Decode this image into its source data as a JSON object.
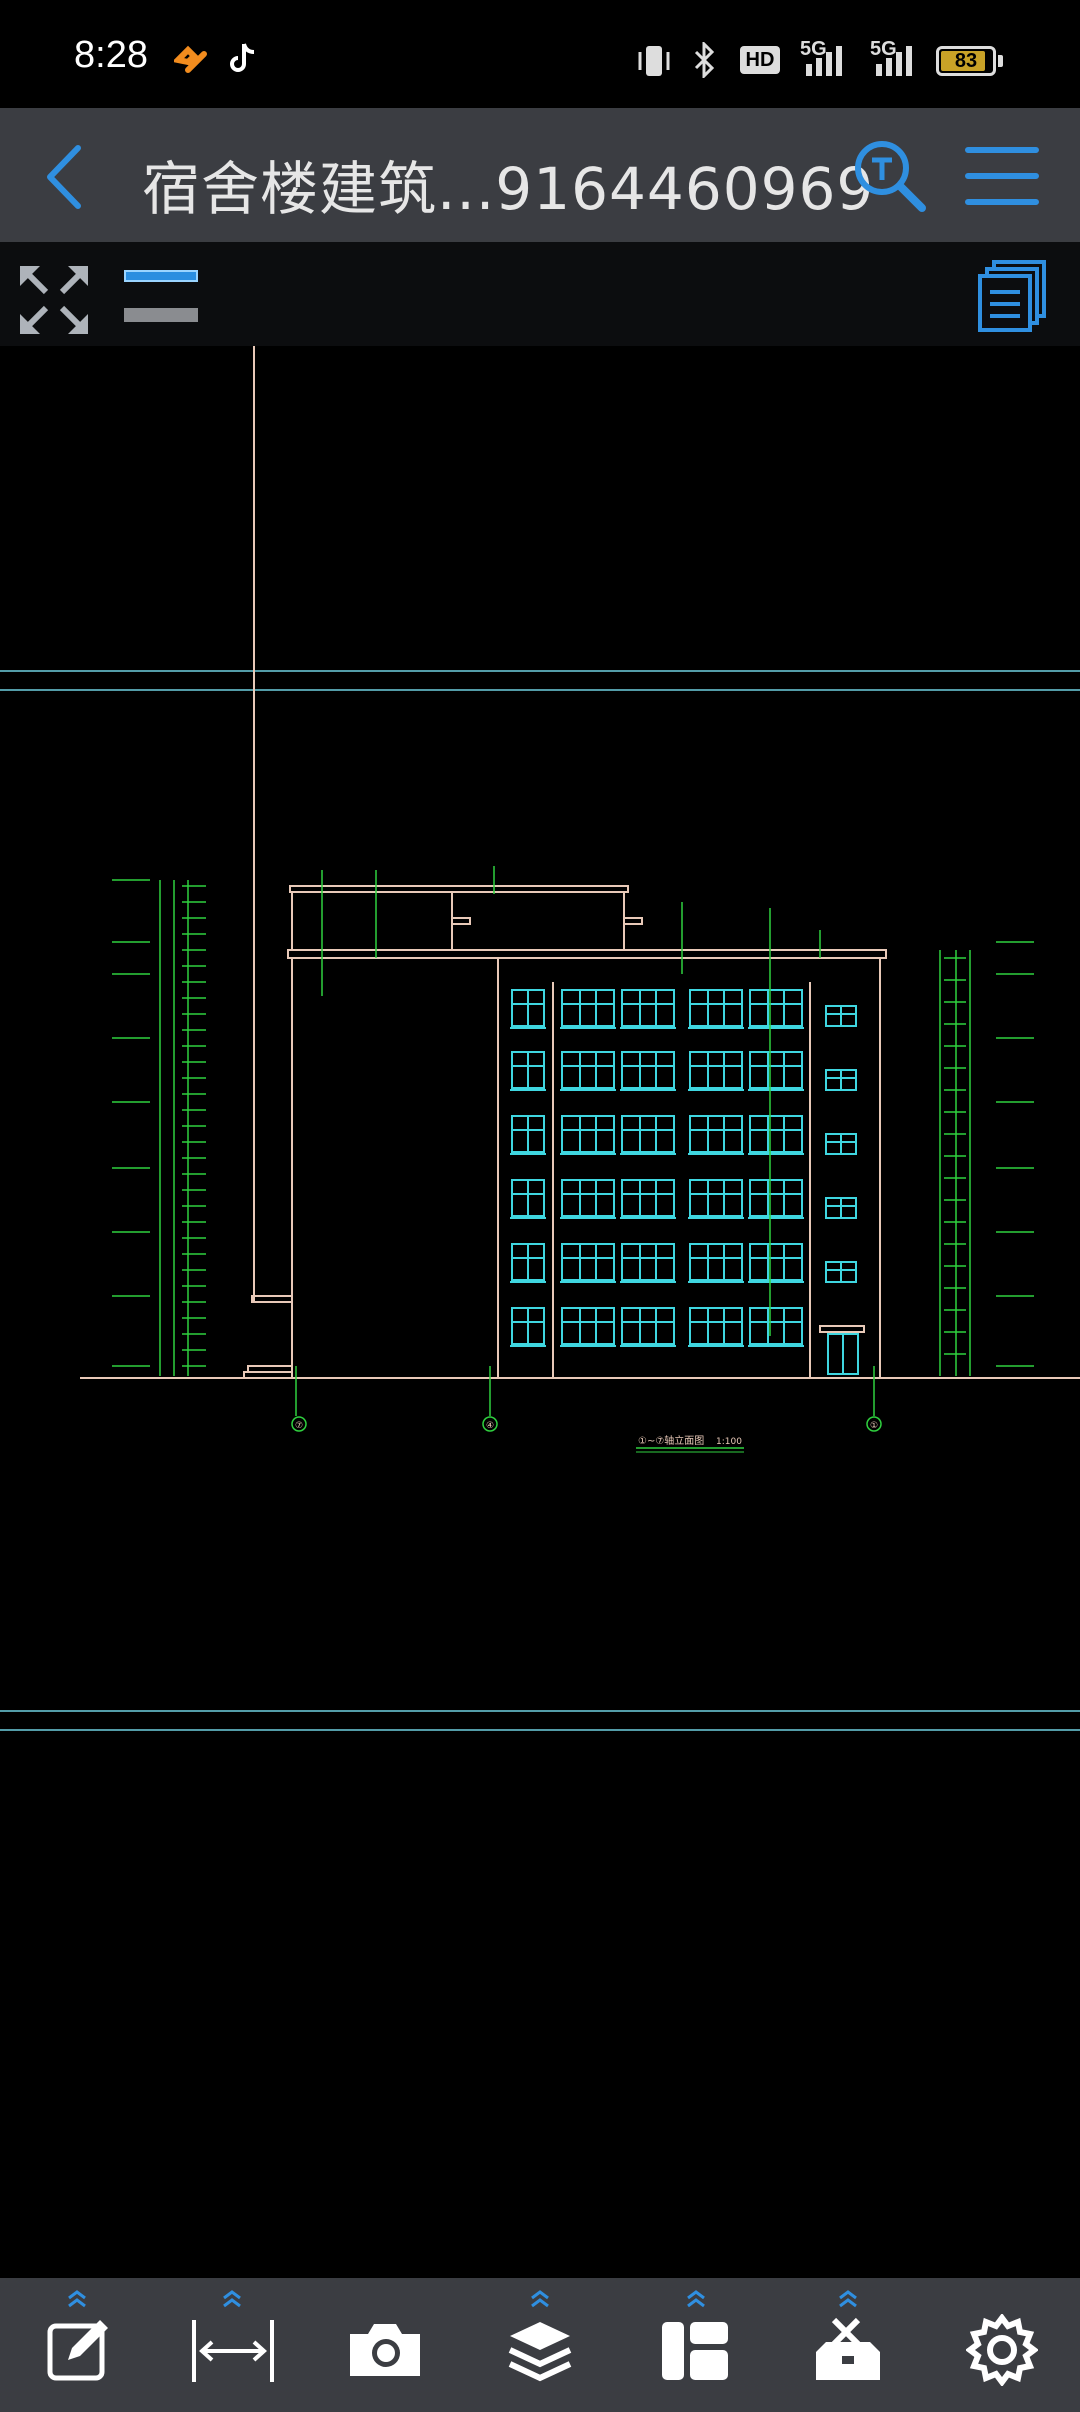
{
  "status_bar": {
    "time": "8:28",
    "battery_level": "83",
    "network_1": "5G",
    "network_2": "5G",
    "hd_label": "HD"
  },
  "header": {
    "title": "宿舍楼建筑...9164460969"
  },
  "drawing": {
    "caption": "①~⑦轴立面图",
    "scale": "1:100",
    "axis_labels": [
      "⑦",
      "④",
      "①"
    ]
  },
  "colors": {
    "accent": "#2f8fe0",
    "bar_bg": "#3b3d42",
    "cad_line": "#e8c9b8",
    "cad_window": "#3fd6e0",
    "cad_green": "#2fd13f"
  },
  "icons": {
    "back": "chevron-left-icon",
    "search": "text-search-icon",
    "menu": "hamburger-icon",
    "expand": "expand-icon",
    "layers_panel": "layout-copies-icon"
  }
}
